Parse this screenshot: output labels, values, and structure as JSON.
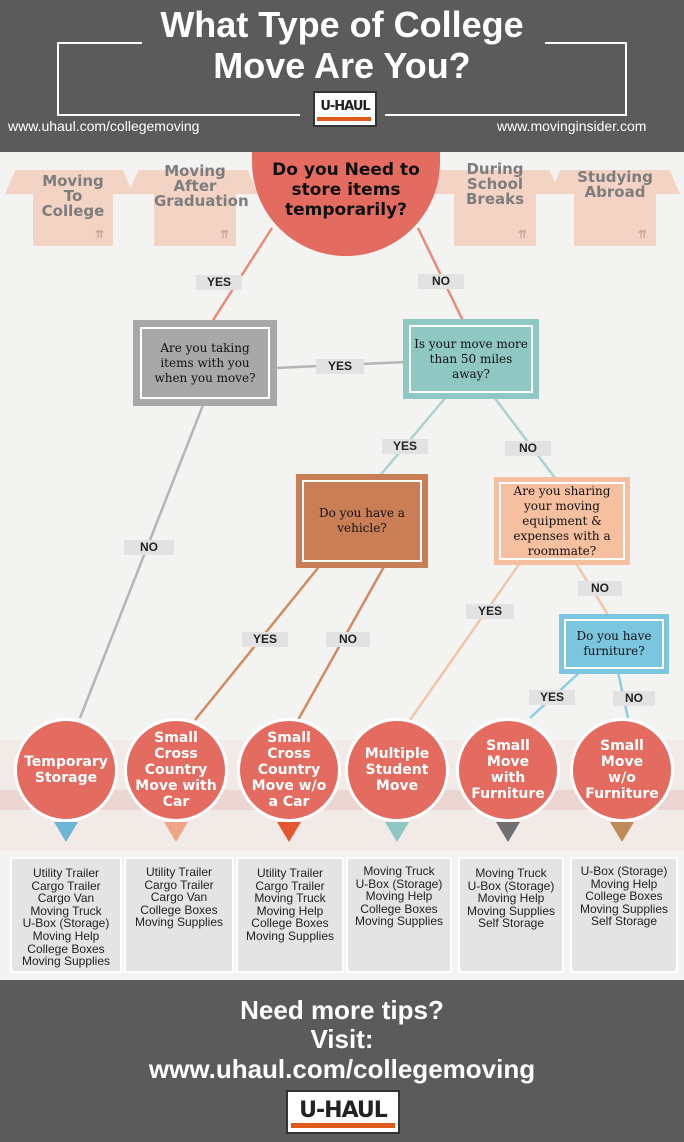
{
  "header": {
    "title_line1": "What Type of College",
    "title_line2": "Move Are You?",
    "left_url": "www.uhaul.com/collegemoving",
    "right_url": "www.movinginsider.com",
    "logo_text": "U-HAUL"
  },
  "top_boxes": [
    {
      "label": "Moving To College"
    },
    {
      "label": "Moving After Graduation"
    },
    {
      "label": "During School Breaks"
    },
    {
      "label": "Studying Abroad"
    }
  ],
  "main_question": "Do you Need to store items temporarily?",
  "questions": {
    "taking_items": "Are you taking items with you when you move?",
    "more_than_50": "Is your move more than 50 miles away?",
    "have_vehicle": "Do you have a vehicle?",
    "sharing": "Are you sharing your moving equipment & expenses with a roommate?",
    "furniture": "Do you have furniture?"
  },
  "labels": {
    "yes": "YES",
    "no": "NO"
  },
  "results": [
    {
      "title": "Temporary Storage",
      "color": "#6ab7d4",
      "items": [
        "Utility Trailer",
        "Cargo Trailer",
        "Cargo Van",
        "Moving Truck",
        "U-Box (Storage)",
        "Moving Help",
        "College Boxes",
        "Moving Supplies"
      ]
    },
    {
      "title": "Small Cross Country Move with Car",
      "color": "#f0a588",
      "items": [
        "Utility Trailer",
        "Cargo Trailer",
        "Cargo Van",
        "College Boxes",
        "Moving Supplies"
      ]
    },
    {
      "title": "Small Cross Country Move w/o a Car",
      "color": "#e2572e",
      "items": [
        "Utility Trailer",
        "Cargo Trailer",
        "Moving Truck",
        "Moving Help",
        "College Boxes",
        "Moving Supplies"
      ]
    },
    {
      "title": "Multiple Student Move",
      "color": "#8fc7c2",
      "items": [
        "Moving Truck",
        "U-Box (Storage)",
        "Moving Help",
        "College Boxes",
        "Moving Supplies"
      ]
    },
    {
      "title": "Small Move with Furniture",
      "color": "#707070",
      "items": [
        "Moving Truck",
        "U-Box (Storage)",
        "Moving Help",
        "Moving Supplies",
        "Self Storage"
      ]
    },
    {
      "title": "Small Move w/o Furniture",
      "color": "#c08a57",
      "items": [
        "U-Box (Storage)",
        "Moving Help",
        "College Boxes",
        "Moving Supplies",
        "Self Storage"
      ]
    }
  ],
  "footer": {
    "line1": "Need more tips?",
    "line2": "Visit:",
    "line3": "www.uhaul.com/collegemoving",
    "logo_text": "U-HAUL"
  },
  "colors": {
    "header_bg": "#5b5b5b",
    "circle_red": "#e36b5f",
    "box_peach": "#f3d3c4",
    "q_gray": "#a8a8a8",
    "q_teal": "#8fc7c2",
    "q_brown": "#c97e55",
    "q_peach": "#f6c0a0",
    "q_blue": "#7cc5df"
  }
}
